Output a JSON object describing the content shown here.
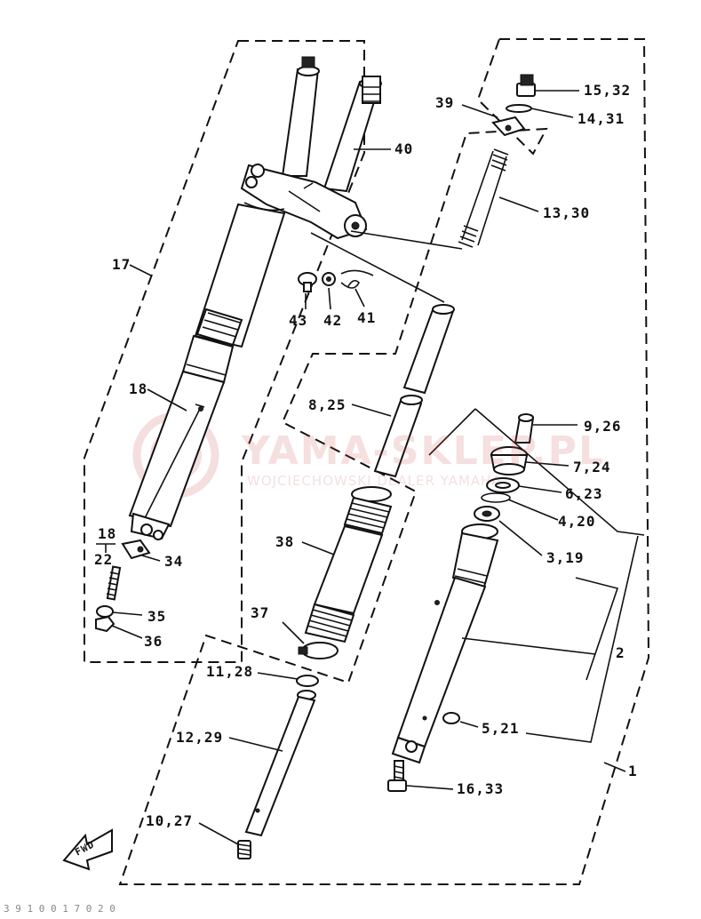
{
  "watermark": {
    "title": "YAMA-SKLEP.PL",
    "subtitle": "WOJCIECHOWSKI DEALER YAMAHA"
  },
  "labels": {
    "l15_32": "15,32",
    "l39": "39",
    "l14_31": "14,31",
    "l40": "40",
    "l13_30": "13,30",
    "l17": "17",
    "l43": "43",
    "l42": "42",
    "l41": "41",
    "l18_top": "18",
    "l8_25": "8,25",
    "l9_26": "9,26",
    "l7_24": "7,24",
    "l6_23": "6,23",
    "l4_20": "4,20",
    "l18_pair": "18",
    "l22": "22",
    "l34": "34",
    "l38": "38",
    "l3_19": "3,19",
    "l35": "35",
    "l36": "36",
    "l37": "37",
    "l2": "2",
    "l11_28": "11,28",
    "l5_21": "5,21",
    "l12_29": "12,29",
    "l1": "1",
    "l16_33": "16,33",
    "l10_27": "10,27",
    "fwd": "FWD"
  },
  "footer": "3 9 1 0   0 1 7 0 2 0"
}
